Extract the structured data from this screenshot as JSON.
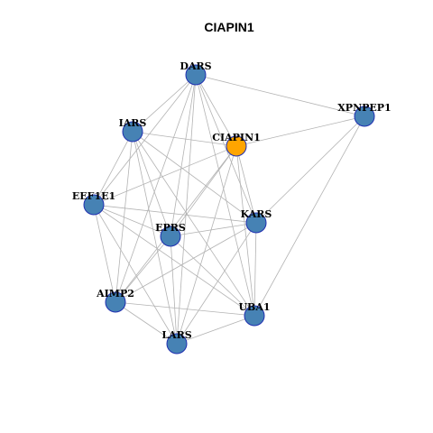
{
  "title": "CIAPIN1",
  "colors": {
    "default_node": "#4682b4",
    "focus_node": "#ffa500",
    "node_border": "#1f2fb0",
    "edge": "#b3b3b3"
  },
  "nodes": [
    {
      "id": "DARS",
      "label": "DARS",
      "focus": false
    },
    {
      "id": "XPNPEP1",
      "label": "XPNPEP1",
      "focus": false
    },
    {
      "id": "IARS",
      "label": "IARS",
      "focus": false
    },
    {
      "id": "CIAPIN1",
      "label": "CIAPIN1",
      "focus": true
    },
    {
      "id": "EEF1E1",
      "label": "EEF1E1",
      "focus": false
    },
    {
      "id": "KARS",
      "label": "KARS",
      "focus": false
    },
    {
      "id": "EPRS",
      "label": "EPRS",
      "focus": false
    },
    {
      "id": "AIMP2",
      "label": "AIMP2",
      "focus": false
    },
    {
      "id": "UBA1",
      "label": "UBA1",
      "focus": false
    },
    {
      "id": "LARS",
      "label": "LARS",
      "focus": false
    }
  ],
  "edges": [
    [
      "DARS",
      "XPNPEP1"
    ],
    [
      "DARS",
      "IARS"
    ],
    [
      "DARS",
      "CIAPIN1"
    ],
    [
      "DARS",
      "EEF1E1"
    ],
    [
      "DARS",
      "KARS"
    ],
    [
      "DARS",
      "EPRS"
    ],
    [
      "DARS",
      "AIMP2"
    ],
    [
      "DARS",
      "UBA1"
    ],
    [
      "DARS",
      "LARS"
    ],
    [
      "XPNPEP1",
      "CIAPIN1"
    ],
    [
      "XPNPEP1",
      "KARS"
    ],
    [
      "XPNPEP1",
      "UBA1"
    ],
    [
      "IARS",
      "CIAPIN1"
    ],
    [
      "IARS",
      "EEF1E1"
    ],
    [
      "IARS",
      "KARS"
    ],
    [
      "IARS",
      "EPRS"
    ],
    [
      "IARS",
      "AIMP2"
    ],
    [
      "IARS",
      "UBA1"
    ],
    [
      "IARS",
      "LARS"
    ],
    [
      "CIAPIN1",
      "EEF1E1"
    ],
    [
      "CIAPIN1",
      "KARS"
    ],
    [
      "CIAPIN1",
      "EPRS"
    ],
    [
      "CIAPIN1",
      "AIMP2"
    ],
    [
      "CIAPIN1",
      "UBA1"
    ],
    [
      "CIAPIN1",
      "LARS"
    ],
    [
      "EEF1E1",
      "KARS"
    ],
    [
      "EEF1E1",
      "EPRS"
    ],
    [
      "EEF1E1",
      "AIMP2"
    ],
    [
      "EEF1E1",
      "UBA1"
    ],
    [
      "EEF1E1",
      "LARS"
    ],
    [
      "KARS",
      "EPRS"
    ],
    [
      "KARS",
      "AIMP2"
    ],
    [
      "KARS",
      "UBA1"
    ],
    [
      "KARS",
      "LARS"
    ],
    [
      "EPRS",
      "AIMP2"
    ],
    [
      "EPRS",
      "UBA1"
    ],
    [
      "EPRS",
      "LARS"
    ],
    [
      "AIMP2",
      "UBA1"
    ],
    [
      "AIMP2",
      "LARS"
    ],
    [
      "UBA1",
      "LARS"
    ]
  ]
}
